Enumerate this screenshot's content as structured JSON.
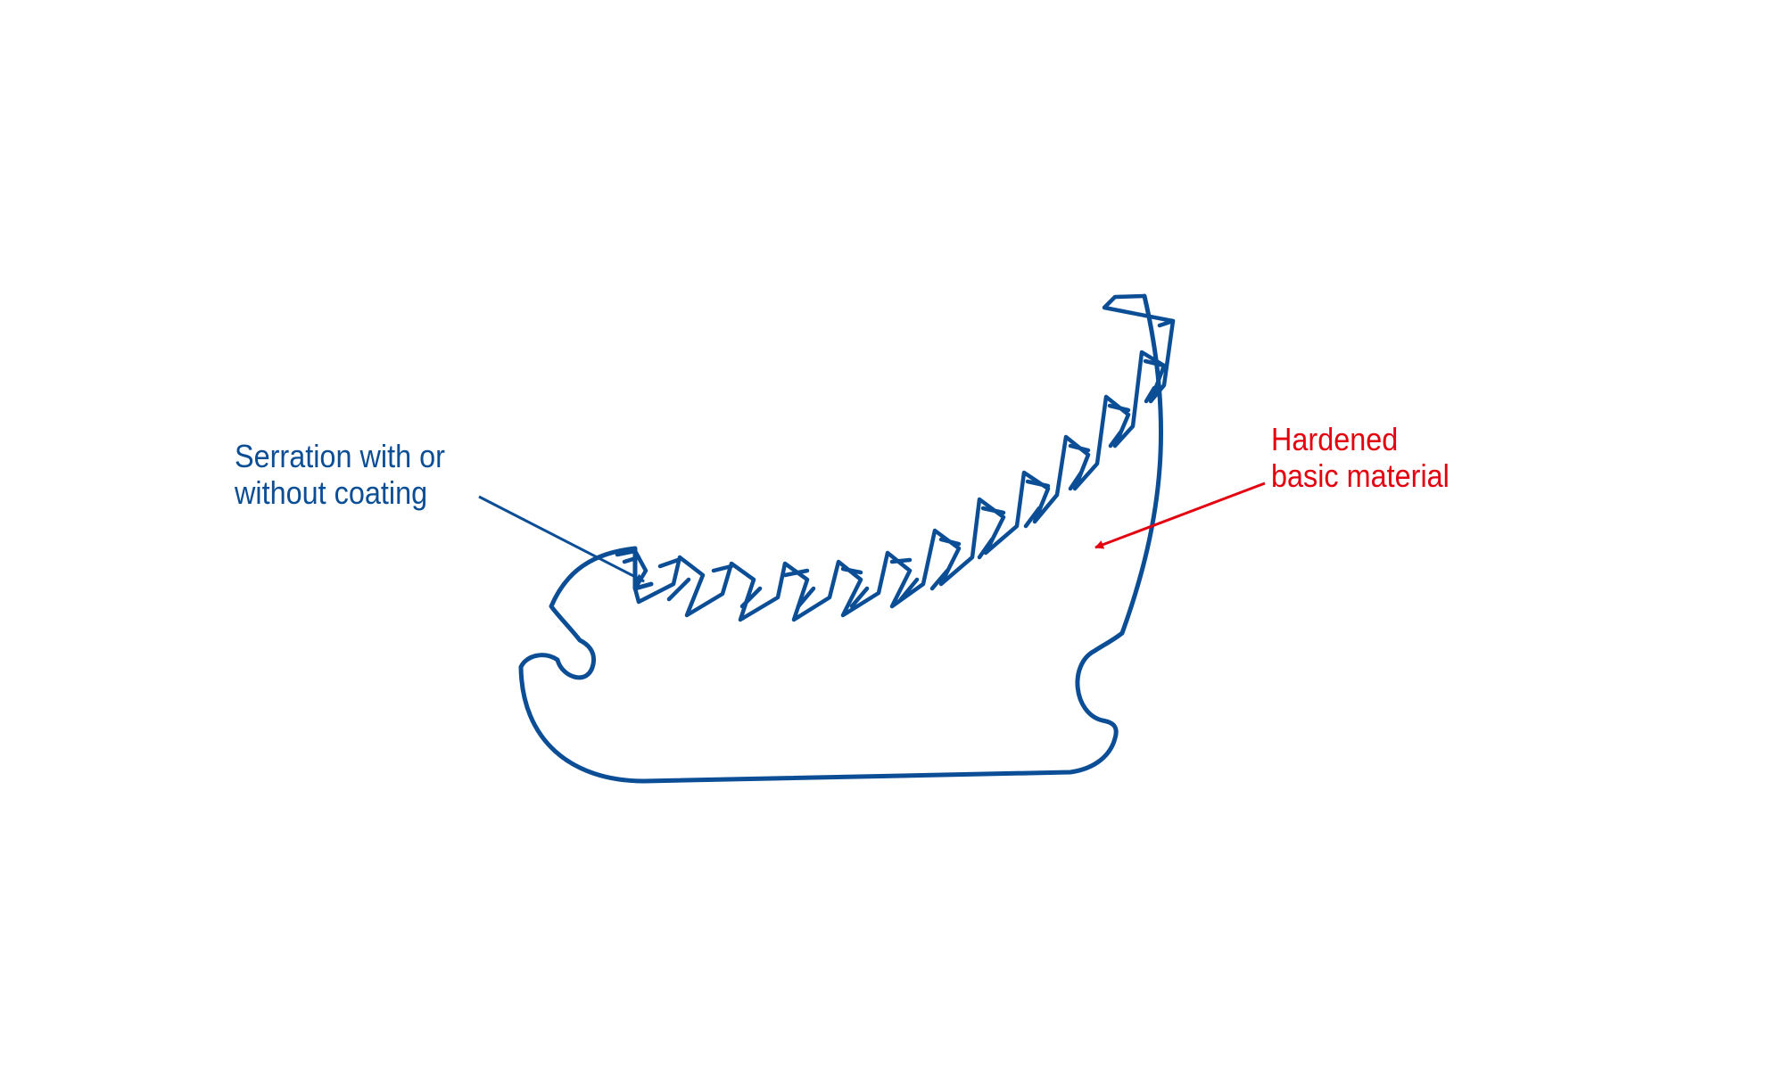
{
  "labels": {
    "serration": {
      "lines": [
        "Serration with or",
        "without coating"
      ]
    },
    "hardened": {
      "lines": [
        "Hardened",
        "basic material"
      ]
    }
  },
  "colors": {
    "outline": "#0b4e96",
    "serration_label": "#0b4e96",
    "hardened_label": "#e3000f",
    "hardened_arrow": "#e3000f",
    "background": "#ffffff"
  }
}
